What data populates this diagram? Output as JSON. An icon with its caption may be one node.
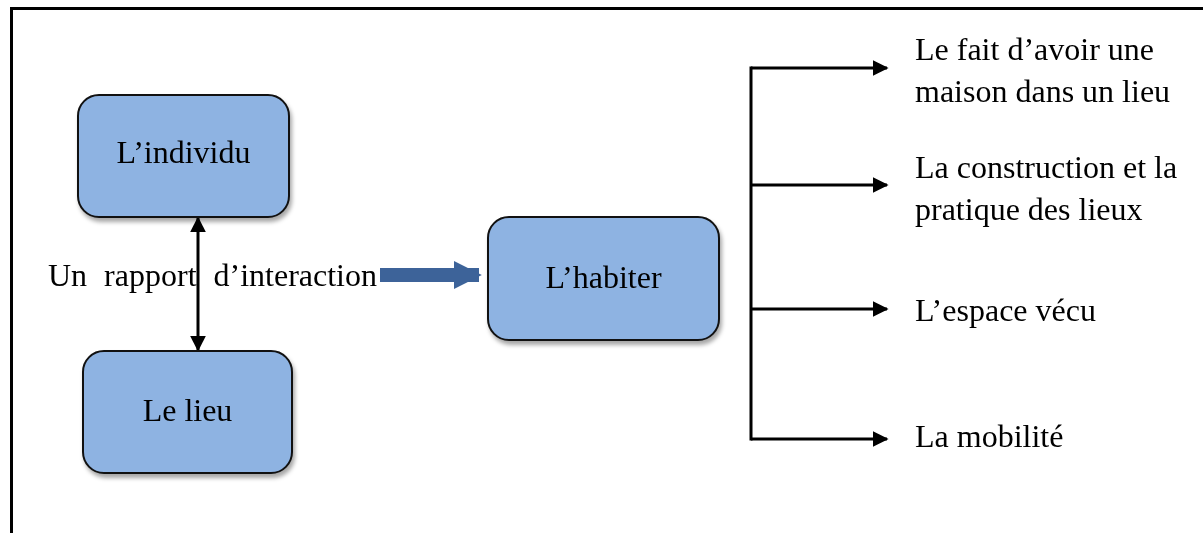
{
  "diagram": {
    "nodes": [
      {
        "text": [
          "L’individu"
        ]
      },
      {
        "text": [
          "Le lieu"
        ]
      },
      {
        "text": [
          "Un rapport d’interaction"
        ]
      },
      {
        "text": [
          "L’habiter"
        ]
      },
      {
        "text": [
          "Le fait d’avoir une maison dans un lieu"
        ]
      },
      {
        "text": [
          "La construction et la pratique des lieux"
        ]
      },
      {
        "text": [
          "L’espace vécu"
        ]
      },
      {
        "text": [
          "La mobilité"
        ]
      }
    ],
    "edges": [
      {
        "from": 0,
        "to": 1,
        "arrow": "both"
      },
      {
        "from": 2,
        "to": 3,
        "arrow": "to",
        "style": "thick",
        "color": "#3d6399"
      },
      {
        "from": null,
        "to": 4,
        "arrow": "to"
      },
      {
        "from": null,
        "to": 5,
        "arrow": "to"
      },
      {
        "from": null,
        "to": 6,
        "arrow": "to"
      },
      {
        "from": null,
        "to": 7,
        "arrow": "to"
      }
    ]
  }
}
